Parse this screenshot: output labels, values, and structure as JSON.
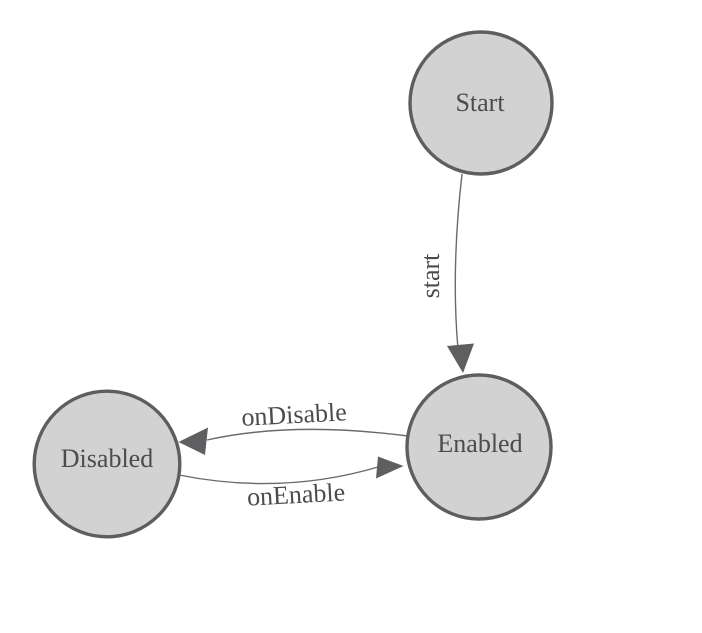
{
  "diagram": {
    "type": "state-machine",
    "nodes": [
      {
        "id": "Start",
        "label": "Start"
      },
      {
        "id": "Enabled",
        "label": "Enabled"
      },
      {
        "id": "Disabled",
        "label": "Disabled"
      }
    ],
    "edges": [
      {
        "from": "Start",
        "to": "Enabled",
        "label": "start"
      },
      {
        "from": "Enabled",
        "to": "Disabled",
        "label": "onDisable"
      },
      {
        "from": "Disabled",
        "to": "Enabled",
        "label": "onEnable"
      }
    ],
    "colors": {
      "background": "#ffffff",
      "node_fill": "#d2d2d2",
      "node_stroke": "#5e5e5e",
      "edge_stroke": "#6a6a6a",
      "arrow_fill": "#5f5f61",
      "label": "#4c4c4e"
    }
  }
}
